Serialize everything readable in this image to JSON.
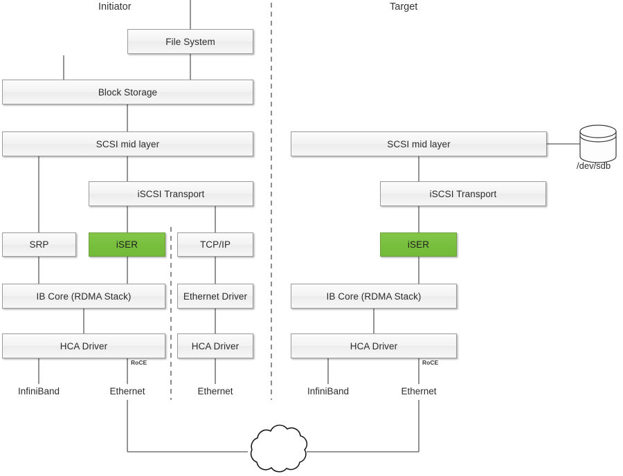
{
  "diagram": {
    "title_left": "Initiator",
    "title_right": "Target",
    "accent_color": "#77bc40",
    "line_color": "#595959",
    "box_border_color": "#9a9a9a",
    "background": "#ffffff"
  },
  "initiator": {
    "boxes": {
      "file_system": "File System",
      "block_storage": "Block Storage",
      "scsi_mid_layer": "SCSI mid layer",
      "iscsi_transport": "iSCSI Transport",
      "srp": "SRP",
      "iser": "iSER",
      "tcp_ip": "TCP/IP",
      "ib_core": "IB Core (RDMA Stack)",
      "ethernet_driver": "Ethernet Driver",
      "hca_driver_ib": "HCA Driver",
      "hca_driver_eth": "HCA Driver"
    },
    "endpoints": {
      "infiniband": "InfiniBand",
      "ethernet_roce": "Ethernet",
      "ethernet_tcp": "Ethernet"
    },
    "edge_labels": {
      "roce": "RoCE"
    }
  },
  "target": {
    "boxes": {
      "scsi_mid_layer": "SCSI mid layer",
      "iscsi_transport": "iSCSI Transport",
      "iser": "iSER",
      "ib_core": "IB Core (RDMA Stack)",
      "hca_driver": "HCA Driver"
    },
    "endpoints": {
      "infiniband": "InfiniBand",
      "ethernet_roce": "Ethernet"
    },
    "edge_labels": {
      "roce": "RoCE"
    },
    "storage_device": {
      "label": "/dev/sdb",
      "shape": "cylinder-icon"
    }
  },
  "network": {
    "shape": "cloud-icon"
  }
}
